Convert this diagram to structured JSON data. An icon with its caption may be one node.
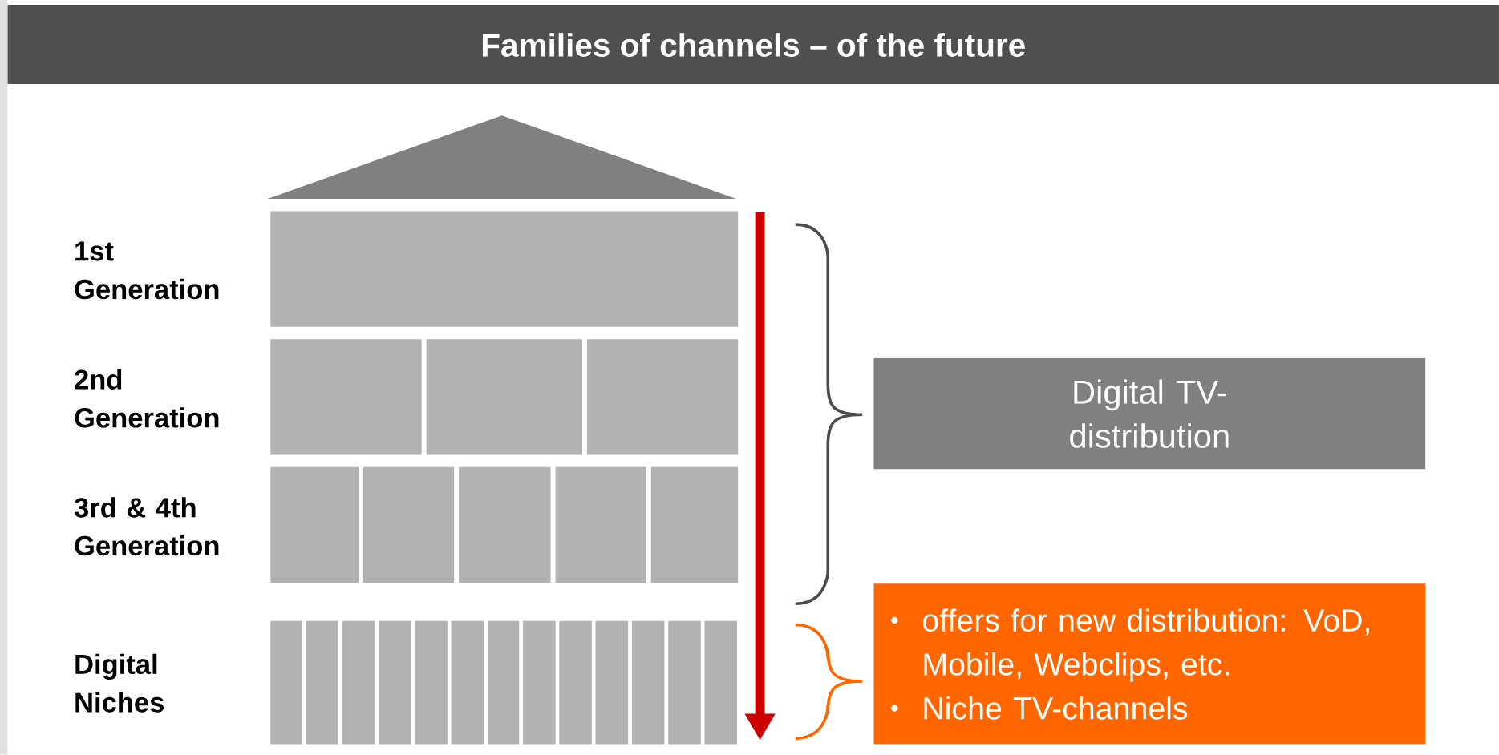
{
  "diagram": {
    "title": "Families of channels – of the future",
    "nodes": [
      {
        "text": [
          "Digital TV-distribution"
        ]
      },
      {
        "text": [
          "offers for new distribution: VoD, Mobile, Webclips, etc.",
          "Niche TV-channels"
        ]
      }
    ],
    "labels": [
      "1st Generation",
      "2nd Generation",
      "3rd & 4th Generation",
      "Digital Niches"
    ]
  }
}
